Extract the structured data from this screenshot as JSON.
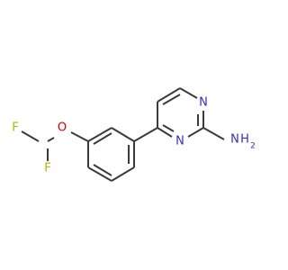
{
  "molecule": {
    "atoms": {
      "F1": "F",
      "F2": "F",
      "O": "O",
      "N1": "N",
      "N2": "N",
      "NH2_main": "N",
      "NH2_sub": "H"
    }
  },
  "colors": {
    "bond": "#3b3b3b",
    "fluorine": "#b4b400",
    "oxygen": "#e00000",
    "nitrogen": "#2f2fd4"
  }
}
